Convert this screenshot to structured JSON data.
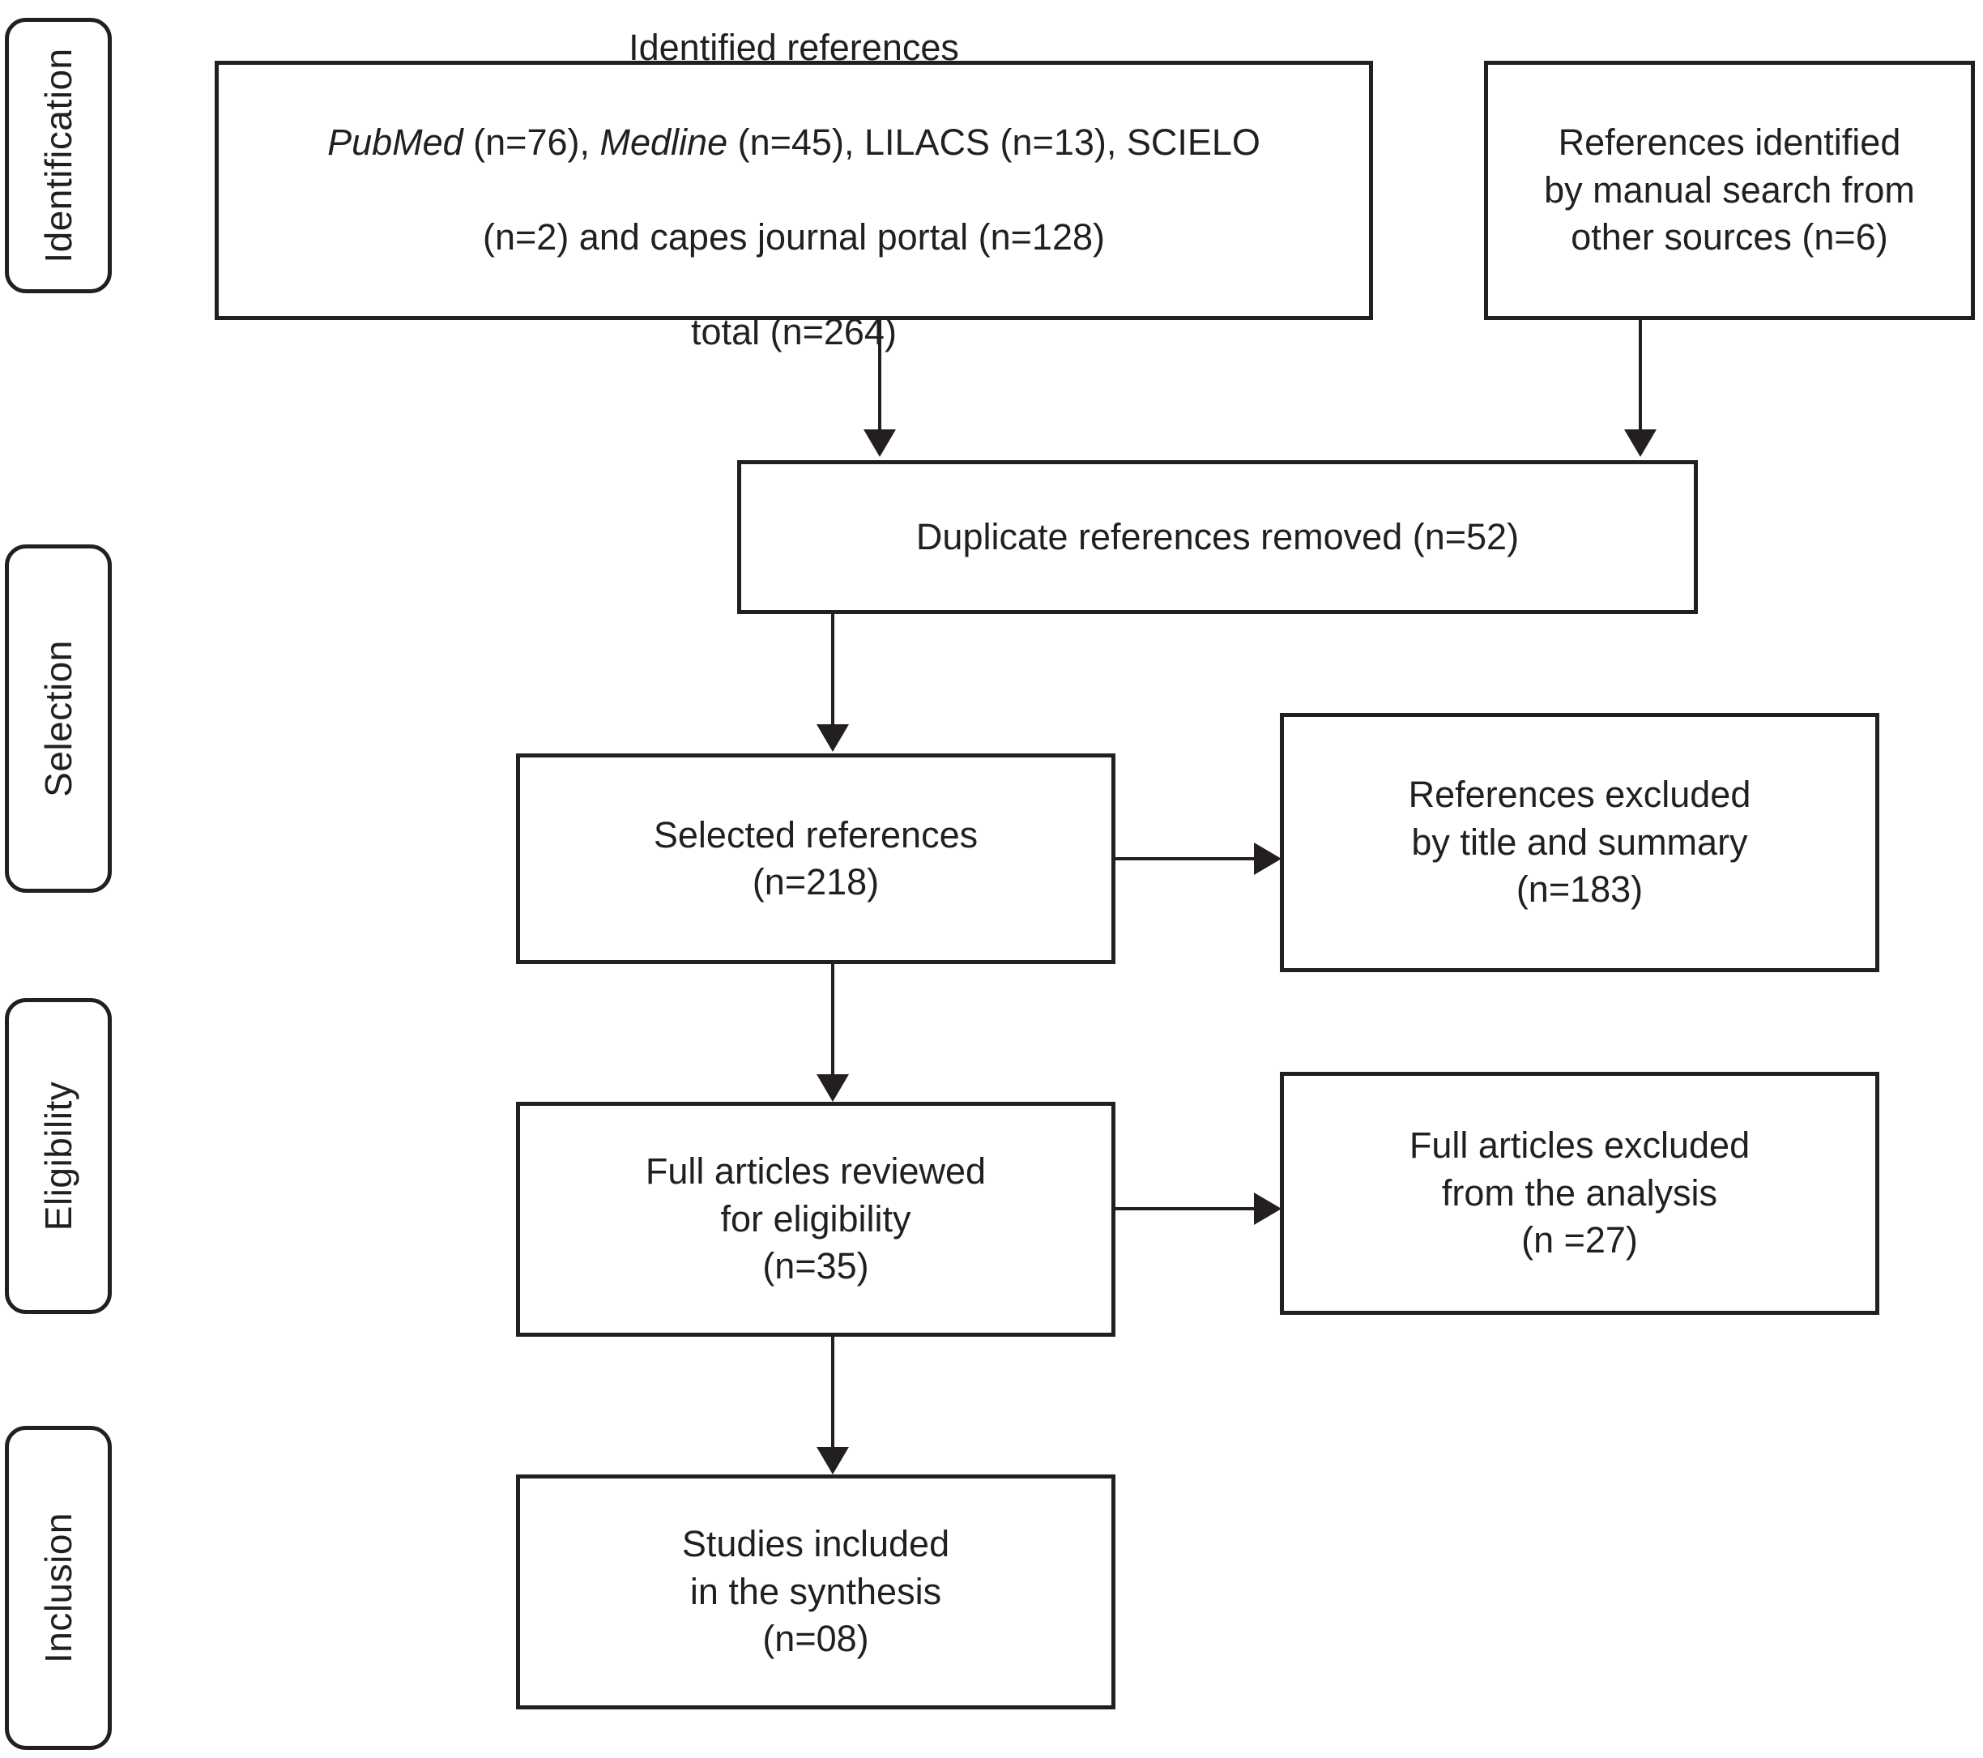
{
  "diagram": {
    "title": "PRISMA study selection flow diagram",
    "accent_color": "#231f20",
    "background_color": "#ffffff"
  },
  "stages": [
    {
      "id": "identification",
      "label": "Identification"
    },
    {
      "id": "selection",
      "label": "Selection"
    },
    {
      "id": "eligibility",
      "label": "Eligibility"
    },
    {
      "id": "inclusion",
      "label": "Inclusion"
    }
  ],
  "boxes": {
    "identified_references": {
      "heading": "Identified references",
      "line_pubmed_label": "PubMed",
      "line_pubmed_rest": " (n=76), ",
      "line_medline_label": "Medline",
      "line_medline_rest": " (n=45), LILACS (n=13), SCIELO",
      "line3": "(n=2) and capes journal portal (n=128)",
      "line4": "total (n=264)"
    },
    "manual_search": {
      "text": "References identified\nby manual search from\nother sources (n=6)"
    },
    "duplicates_removed": {
      "text": "Duplicate references removed (n=52)"
    },
    "selected_references": {
      "text": "Selected references\n(n=218)"
    },
    "excluded_title_summary": {
      "text": "References excluded\nby title and summary\n(n=183)"
    },
    "full_articles_reviewed": {
      "text": "Full articles reviewed\nfor eligibility\n(n=35)"
    },
    "full_articles_excluded": {
      "text": "Full articles excluded\nfrom the analysis\n(n =27)"
    },
    "studies_included": {
      "text": "Studies included\nin the synthesis\n(n=08)"
    }
  },
  "counts": {
    "pubmed": 76,
    "medline": 45,
    "lilacs": 13,
    "scielo": 2,
    "capes_journal_portal": 128,
    "total_identified": 264,
    "manual_other_sources": 6,
    "duplicates_removed": 52,
    "selected_references": 218,
    "excluded_by_title_and_summary": 183,
    "full_articles_reviewed": 35,
    "full_articles_excluded": 27,
    "studies_included": 8
  }
}
